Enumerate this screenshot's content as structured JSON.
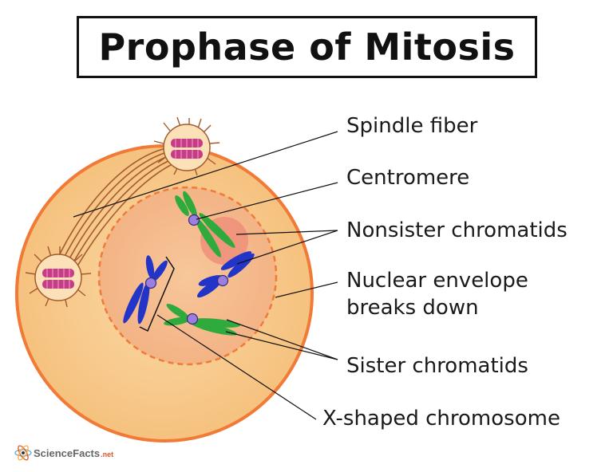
{
  "title": "Prophase of Mitosis",
  "labels": {
    "spindle_fiber": "Spindle fiber",
    "centromere": "Centromere",
    "nonsister_chromatids": "Nonsister chromatids",
    "nuclear_envelope_line1": "Nuclear envelope",
    "nuclear_envelope_line2": "breaks down",
    "sister_chromatids": "Sister chromatids",
    "x_shaped_chromosome": "X-shaped chromosome"
  },
  "branding": {
    "name": "ScienceFacts",
    "tld": ".net",
    "logo_icon": "atom-icon"
  },
  "colors": {
    "cell_fill": "#f7c98b",
    "cell_border": "#f07a36",
    "nucleus_fill": "#f5b98a",
    "nucleus_border": "#f07a36",
    "centrosome": "#c73c86",
    "spindle": "#a35a2d",
    "green_chromatid": "#2faa3c",
    "blue_chromatid": "#2335c9",
    "centromere": "#9a7fe0"
  }
}
